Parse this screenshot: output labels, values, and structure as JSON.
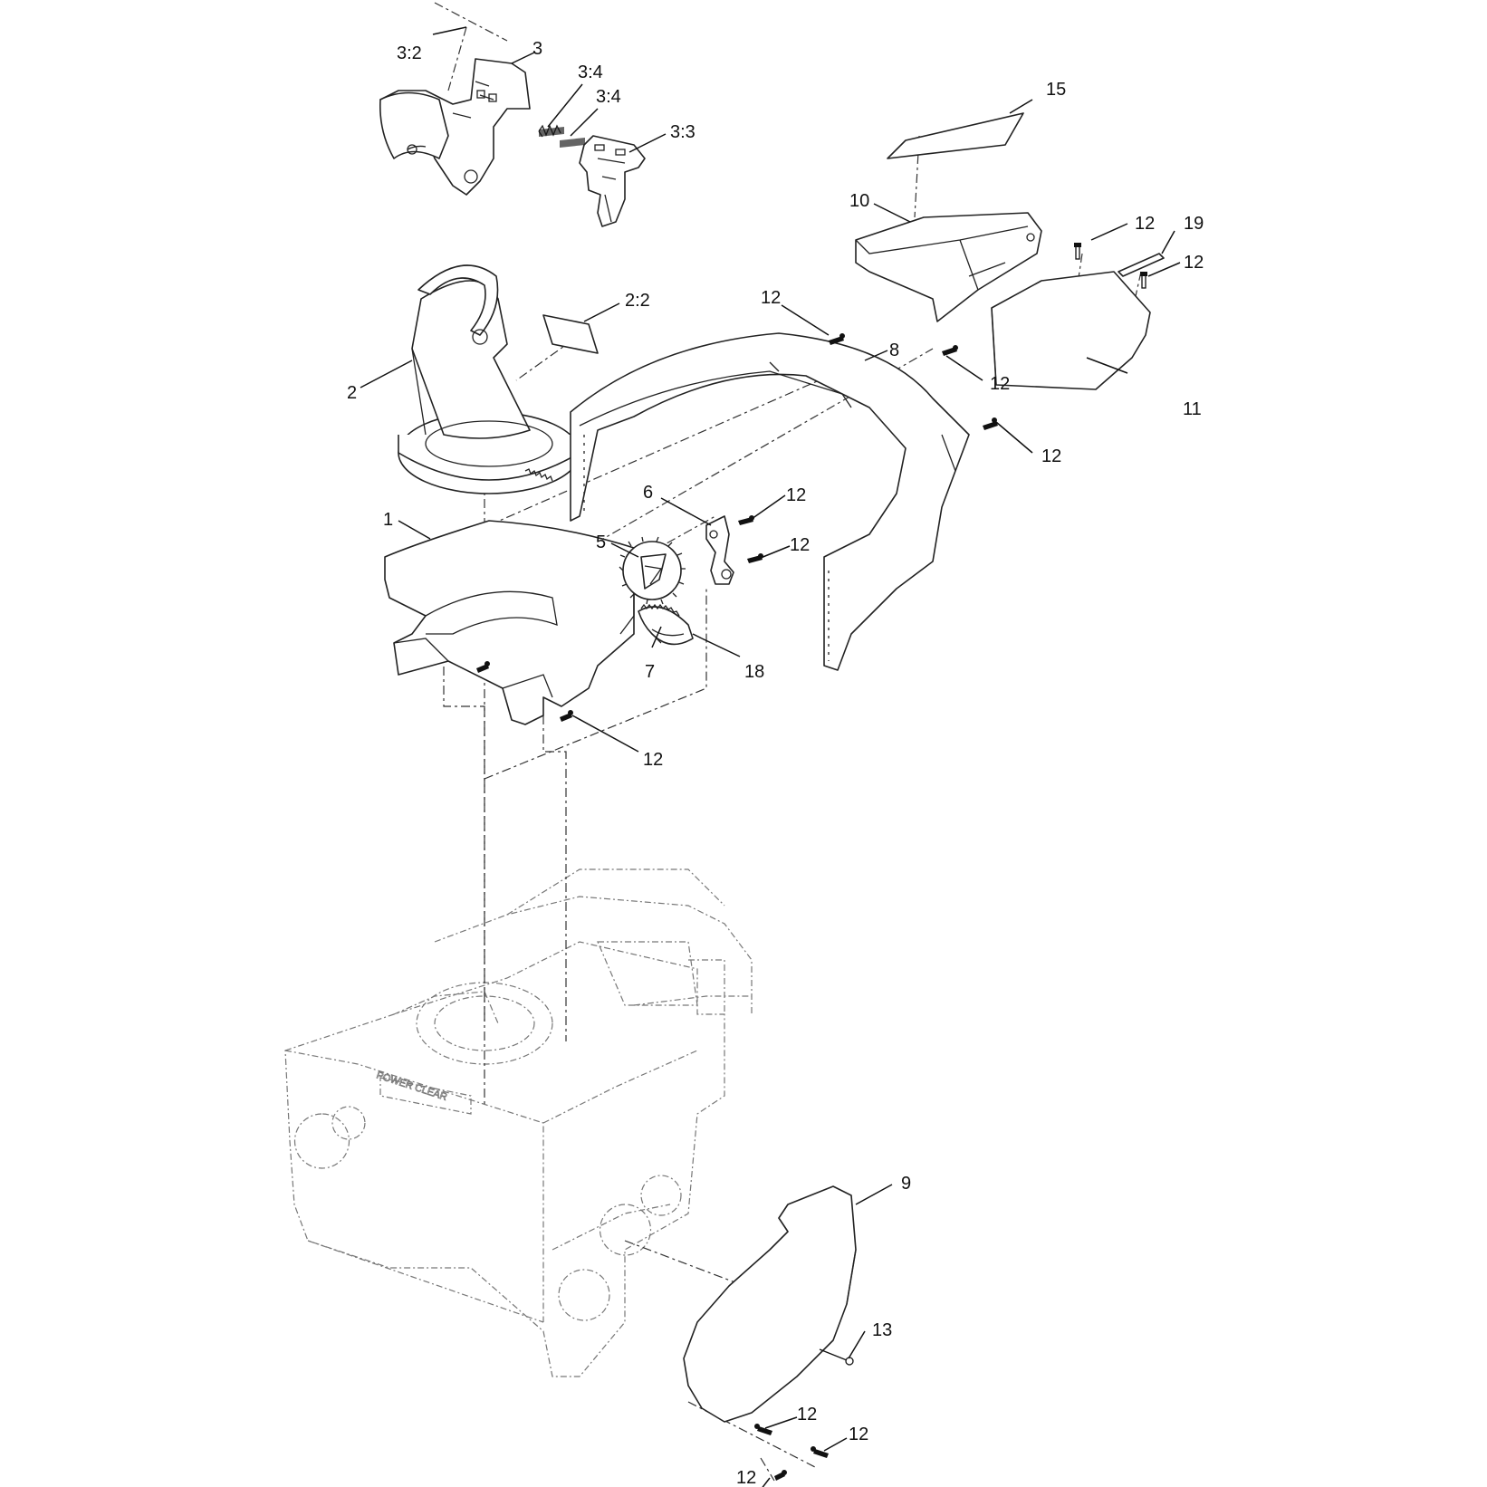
{
  "callouts": {
    "c_3_2": "3:2",
    "c_3": "3",
    "c_3_4a": "3:4",
    "c_3_4b": "3:4",
    "c_3_3": "3:3",
    "c_15": "15",
    "c_10": "10",
    "c_12_top": "12",
    "c_19": "19",
    "c_12_right": "12",
    "c_2_2": "2:2",
    "c_12_a": "12",
    "c_8": "8",
    "c_2": "2",
    "c_12_b": "12",
    "c_11": "11",
    "c_12_c": "12",
    "c_6": "6",
    "c_12_d": "12",
    "c_1": "1",
    "c_5": "5",
    "c_12_e": "12",
    "c_7": "7",
    "c_18": "18",
    "c_12_f": "12",
    "c_9": "9",
    "c_13": "13",
    "c_12_g": "12",
    "c_12_h": "12",
    "c_12_i": "12"
  },
  "housing_logo": "POWER CLEAR"
}
